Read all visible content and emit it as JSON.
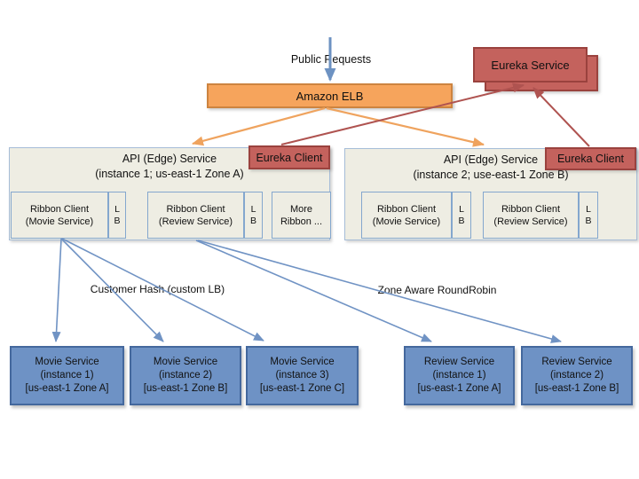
{
  "top": {
    "public_requests": "Public Requests",
    "elb": "Amazon ELB",
    "eureka_service": "Eureka Service"
  },
  "api_left": {
    "title": "API (Edge) Service",
    "subtitle": "(instance 1; us-east-1 Zone A)",
    "eureka_client": "Eureka Client",
    "ribbon_movie": "Ribbon Client (Movie Service)",
    "ribbon_review": "Ribbon Client (Review Service)",
    "more_ribbon": "More Ribbon ...",
    "lb_top": "L",
    "lb_bottom": "B"
  },
  "api_right": {
    "title": "API (Edge) Service",
    "subtitle": "(instance 2; use-east-1 Zone B)",
    "eureka_client": "Eureka Client",
    "ribbon_movie": "Ribbon Client (Movie Service)",
    "ribbon_review": "Ribbon Client (Review Service)",
    "lb_top": "L",
    "lb_bottom": "B"
  },
  "lb_labels": {
    "customer_hash": "Customer Hash (custom LB)",
    "zone_aware": "Zone Aware RoundRobin"
  },
  "services": [
    {
      "line1": "Movie Service",
      "line2": "(instance 1)",
      "line3": "[us-east-1 Zone A]"
    },
    {
      "line1": "Movie Service",
      "line2": "(instance 2)",
      "line3": "[us-east-1 Zone B]"
    },
    {
      "line1": "Movie Service",
      "line2": "(instance 3)",
      "line3": "[us-east-1 Zone C]"
    },
    {
      "line1": "Review Service",
      "line2": "(instance 1)",
      "line3": "[us-east-1 Zone A]"
    },
    {
      "line1": "Review Service",
      "line2": "(instance 2)",
      "line3": "[us-east-1 Zone B]"
    }
  ],
  "colors": {
    "orange_fill": "#F6A45C",
    "orange_border": "#CD8440",
    "orange_line": "#EFA35E",
    "red_fill": "#C4625D",
    "red_border": "#9A423E",
    "red_line": "#AF5350",
    "panel_fill": "#EEEDE3",
    "panel_border": "#A6BDD8",
    "inner_border": "#84A7CE",
    "blue_fill": "#6E92C5",
    "blue_border": "#44689D",
    "blue_line": "#7093C4"
  }
}
